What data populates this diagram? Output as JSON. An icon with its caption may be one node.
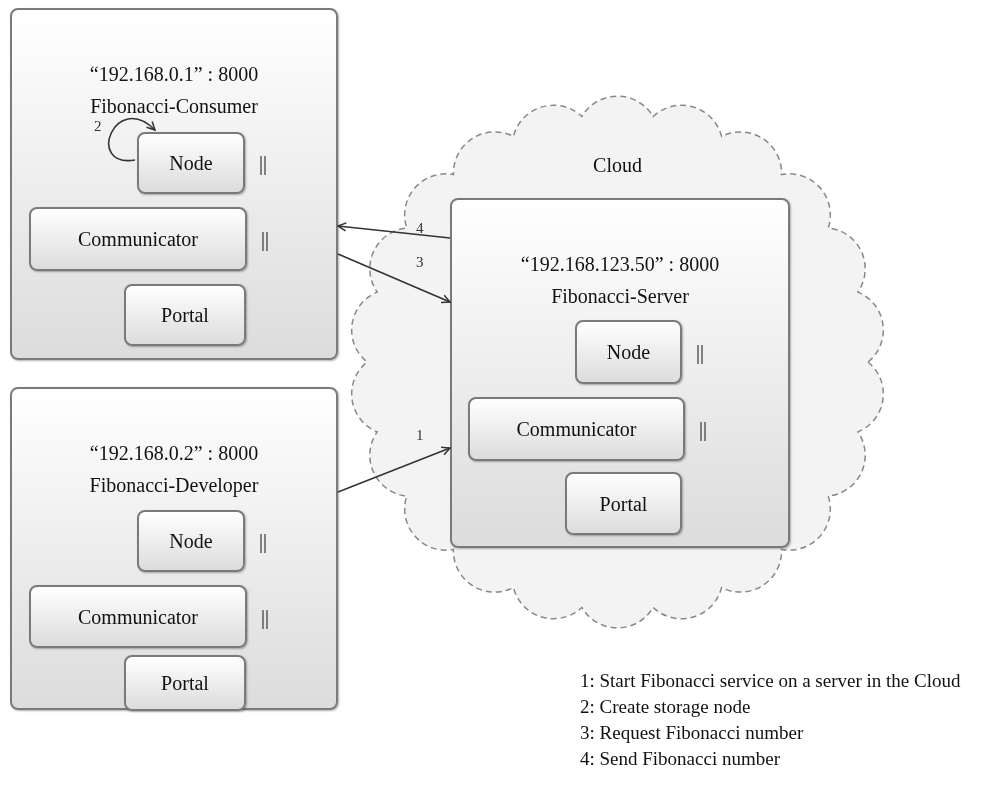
{
  "diagram": {
    "nodes": [
      {
        "text": [
          "“192.168.0.1” : 8000",
          "Fibonacci-Consumer"
        ]
      },
      {
        "text": [
          "Node"
        ],
        "in": 0,
        "beside": [
          "||"
        ]
      },
      {
        "text": [
          "Communicator"
        ],
        "in": 0,
        "beside": [
          "||"
        ]
      },
      {
        "text": [
          "Portal"
        ],
        "in": 0
      },
      {
        "text": [
          "“192.168.0.2” : 8000",
          "Fibonacci-Developer"
        ]
      },
      {
        "text": [
          "Node"
        ],
        "in": 4,
        "beside": [
          "||"
        ]
      },
      {
        "text": [
          "Communicator"
        ],
        "in": 4,
        "beside": [
          "||"
        ]
      },
      {
        "text": [
          "Portal"
        ],
        "in": 4
      },
      {
        "text": [
          "Cloud"
        ]
      },
      {
        "text": [
          "“192.168.123.50” : 8000",
          "Fibonacci-Server"
        ],
        "in": 8
      },
      {
        "text": [
          "Node"
        ],
        "in": 9,
        "beside": [
          "||"
        ]
      },
      {
        "text": [
          "Communicator"
        ],
        "in": 9,
        "beside": [
          "||"
        ]
      },
      {
        "text": [
          "Portal"
        ],
        "in": 9
      }
    ],
    "edges": [
      {
        "from": 1,
        "to": 1,
        "arrow": "to",
        "label": "2"
      },
      {
        "from": 9,
        "to": 0,
        "arrow": "to",
        "label": "4"
      },
      {
        "from": 0,
        "to": 9,
        "arrow": "to",
        "label": "3"
      },
      {
        "from": 4,
        "to": 9,
        "arrow": "to",
        "label": "1"
      }
    ],
    "labels": [
      "1: Start Fibonacci service on a server in the Cloud",
      "2: Create storage node",
      "3: Request Fibonacci number",
      "4: Send Fibonacci number"
    ]
  }
}
